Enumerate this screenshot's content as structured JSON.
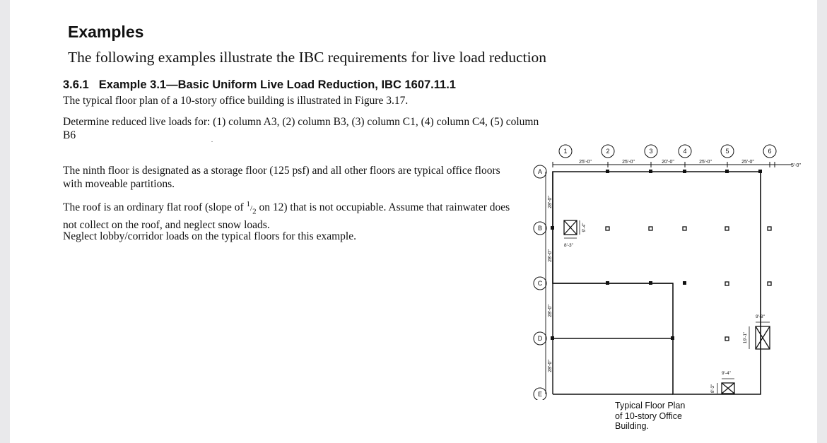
{
  "heading": "Examples",
  "subheading": "The following examples illustrate the IBC requirements for live load reduction",
  "section": {
    "number": "3.6.1",
    "title": "Example 3.1—Basic Uniform Live Load Reduction, IBC 1607.11.1"
  },
  "paragraphs": {
    "intro": "The typical floor plan of a 10-story office building is illustrated in Figure 3.17.",
    "determine": "Determine reduced live loads for: (1) column A3, (2) column B3, (3) column C1, (4) column C4, (5) column B6",
    "storage": "The ninth floor is designated as a storage floor (125 psf) and all other floors are typical office floors with moveable partitions.",
    "roof_a": "The roof is an ordinary flat roof (slope of ",
    "roof_num": "1",
    "roof_den": "2",
    "roof_b": " on 12) that is not occupiable. Assume that rainwater does not collect on the roof, and neglect snow loads.",
    "lobby": "Neglect lobby/corridor loads on the typical floors for this example."
  },
  "plan": {
    "column_lines": [
      "1",
      "2",
      "3",
      "4",
      "5",
      "6"
    ],
    "row_lines": [
      "A",
      "B",
      "C",
      "D",
      "E"
    ],
    "bay_widths": [
      "25'-0\"",
      "25'-0\"",
      "20'-0\"",
      "25'-0\"",
      "25'-0\""
    ],
    "overhang": "5'-0\"",
    "bay_depths": [
      "28'-0\"",
      "28'-0\"",
      "28'-0\"",
      "28'-0\""
    ],
    "opening_dims": {
      "stair_b_height": "9'-4\"",
      "stair_b_width": "8'-3\"",
      "shaft_right_width": "9'-8\"",
      "shaft_right_height": "19'-1\"",
      "shaft_bottom_width": "9'-4\"",
      "shaft_bottom_height": "8'-3\""
    },
    "caption": [
      "Typical Floor Plan",
      "of 10-story Office",
      "Building."
    ]
  }
}
